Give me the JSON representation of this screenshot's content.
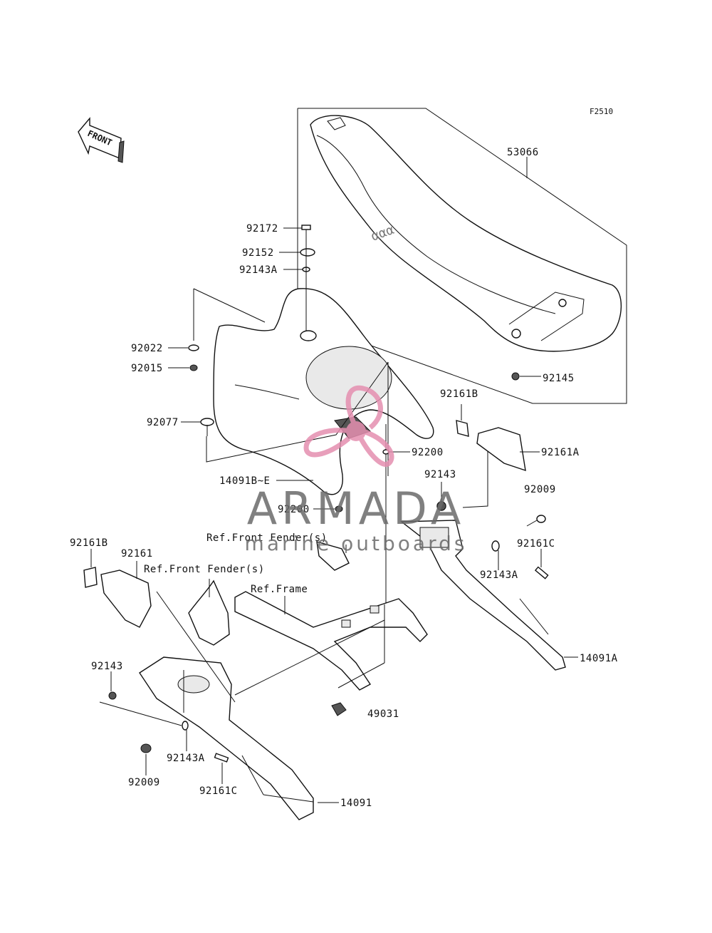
{
  "figure_code": "F2510",
  "front_arrow_text": "FRONT",
  "parts": {
    "p53066": "53066",
    "p92172": "92172",
    "p92152": "92152",
    "p92143A_top": "92143A",
    "p92022": "92022",
    "p92015": "92015",
    "p92077": "92077",
    "p92145": "92145",
    "p92161B_right": "92161B",
    "p92161A": "92161A",
    "p92200_right": "92200",
    "p14091B_E": "14091B~E",
    "p92143_mid": "92143",
    "p92009_right": "92009",
    "p92200_mid": "92200",
    "p92161B_left": "92161B",
    "p92161": "92161",
    "p92161C_right": "92161C",
    "p92143A_right": "92143A",
    "p14091A": "14091A",
    "p92143_left": "92143",
    "p49031": "49031",
    "p92143A_left": "92143A",
    "p92009_left": "92009",
    "p92161C_left": "92161C",
    "p14091": "14091"
  },
  "refs": {
    "front_fender_1": "Ref.Front Fender(s)",
    "front_fender_2": "Ref.Front Fender(s)",
    "frame": "Ref.Frame"
  },
  "watermark": {
    "brand": "ARMADA",
    "tagline": "marine outboards",
    "logo_color": "#e58fb0",
    "text_color": "#6a6a6a"
  }
}
